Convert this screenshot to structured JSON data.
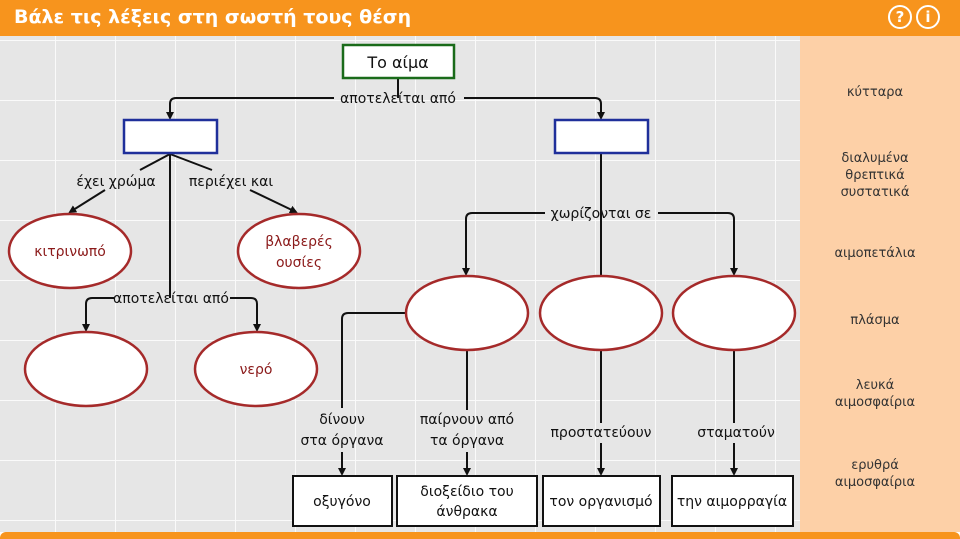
{
  "header": {
    "title": "Βάλε τις λέξεις στη σωστή τους θέση",
    "help_glyph": "?",
    "info_glyph": "i"
  },
  "concept_map": {
    "root": "Το αίμα",
    "links": {
      "consists_of_top": "αποτελείται από",
      "has_color": "έχει χρώμα",
      "contains": "περιέχει και",
      "consists_of_left": "αποτελείται από",
      "separated_into": "χωρίζονται σε",
      "give_to_organs": [
        "δίνουν",
        "στα όργανα"
      ],
      "take_from_organs": [
        "παίρνουν από",
        "τα όργανα"
      ],
      "protect": "προστατεύουν",
      "stop": "σταματούν"
    },
    "fixed_ovals": {
      "yellowish": "κιτρινωπό",
      "harmful": [
        "βλαβερές",
        "ουσίες"
      ],
      "water": "νερό"
    },
    "result_boxes": {
      "oxygen": "οξυγόνο",
      "carbon_dioxide": [
        "διοξείδιο του",
        "άνθρακα"
      ],
      "organism": "τον οργανισμό",
      "bleeding": "την αιμορραγία"
    }
  },
  "word_bank": [
    [
      "κύτταρα"
    ],
    [
      "διαλυμένα",
      "θρεπτικά",
      "συστατικά"
    ],
    [
      "αιμοπετάλια"
    ],
    [
      "πλάσμα"
    ],
    [
      "λευκά",
      "αιμοσφαίρια"
    ],
    [
      "ερυθρά",
      "αιμοσφαίρια"
    ]
  ],
  "colors": {
    "accent": "#f7941d",
    "word_bank_bg": "#fdd0a7",
    "slot_border": "#1f2f9a",
    "oval_border": "#a52a2a",
    "root_border": "#1a6b1a"
  }
}
